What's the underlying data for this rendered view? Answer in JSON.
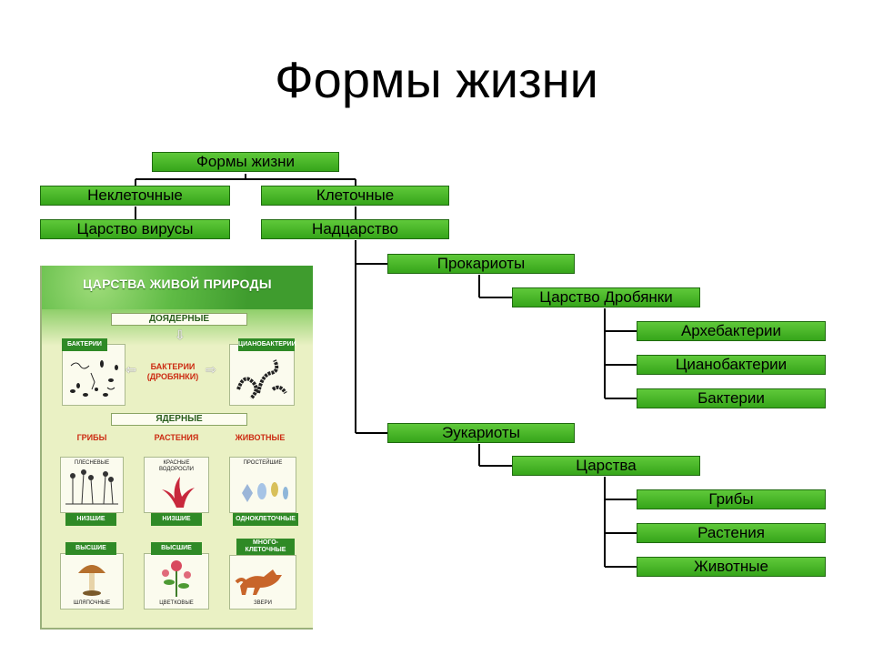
{
  "slide": {
    "title": "Формы жизни"
  },
  "tree": {
    "root": "Формы жизни",
    "noncellular": "Неклеточные",
    "cellular": "Клеточные",
    "viruses": "Царство вирусы",
    "superkingdom": "Надцарство",
    "prokaryotes": "Прокариоты",
    "drobyanki": "Царство Дробянки",
    "archaea": "Архебактерии",
    "cyanobacteria": "Цианобактерии",
    "bacteria": "Бактерии",
    "eukaryotes": "Эукариоты",
    "kingdoms": "Царства",
    "fungi": "Грибы",
    "plants": "Растения",
    "animals": "Животные"
  },
  "poster": {
    "title": "ЦАРСТВА ЖИВОЙ ПРИРОДЫ",
    "prenuclear": "ДОЯДЕРНЫЕ",
    "nuclear": "ЯДЕРНЫЕ",
    "bacteria_tag": "БАКТЕРИИ",
    "cyano_tag": "ЦИАНОБАКТЕРИИ",
    "bacteria_center_1": "БАКТЕРИИ",
    "bacteria_center_2": "(ДРОБЯНКИ)",
    "fungi": "ГРИБЫ",
    "plants": "РАСТЕНИЯ",
    "animals": "ЖИВОТНЫЕ",
    "mold": "ПЛЕСНЕВЫЕ",
    "red_algae_1": "КРАСНЫЕ",
    "red_algae_2": "ВОДОРОСЛИ",
    "protozoa": "ПРОСТЕЙШИЕ",
    "lower_1": "НИЗШИЕ",
    "lower_2": "НИЗШИЕ",
    "unicellular": "ОДНОКЛЕТОЧНЫЕ",
    "higher_1": "ВЫСШИЕ",
    "higher_2": "ВЫСШИЕ",
    "multicellular_1": "МНОГО-",
    "multicellular_2": "КЛЕТОЧНЫЕ",
    "cap": "ШЛЯПОЧНЫЕ",
    "flowering": "ЦВЕТКОВЫЕ",
    "beasts": "ЗВЕРИ"
  },
  "colors": {
    "node_fill": "#4cb82a",
    "node_border": "#1f6a0f",
    "connector": "#000000"
  }
}
